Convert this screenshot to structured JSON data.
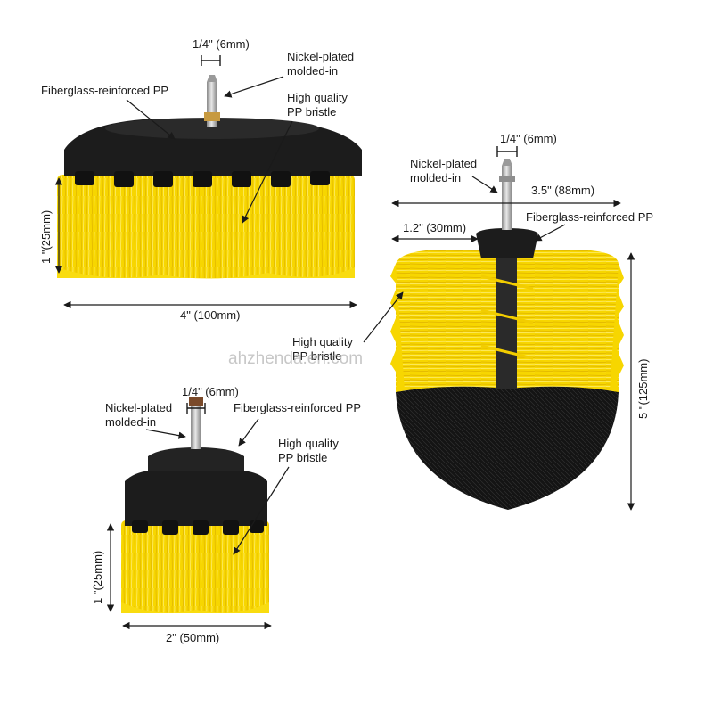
{
  "colors": {
    "bristle_yellow": "#f5d400",
    "bristle_shadow": "#d9b000",
    "housing_black": "#1c1c1c",
    "shaft_metal": "#b9b9b9",
    "annotation": "#1a1a1a"
  },
  "watermark": "ahzhenda.en.com",
  "brush_disc_4in": {
    "shaft_size": "1/4\" (6mm)",
    "shaft_note_line1": "Nickel-plated",
    "shaft_note_line2": "molded-in",
    "housing_note": "Fiberglass-reinforced PP",
    "bristle_note_line1": "High quality",
    "bristle_note_line2": "PP bristle",
    "height": "1 \"(25mm)",
    "width": "4\" (100mm)"
  },
  "brush_bowl": {
    "shaft_size": "1/4\" (6mm)",
    "shaft_note_line1": "Nickel-plated",
    "shaft_note_line2": "molded-in",
    "diameter": "3.5\" (88mm)",
    "neck": "1.2\" (30mm)",
    "housing_note": "Fiberglass-reinforced PP",
    "bristle_note_line1": "High quality",
    "bristle_note_line2": "PP bristle",
    "length": "5 \"(125mm)"
  },
  "brush_disc_2in": {
    "shaft_size": "1/4\" (6mm)",
    "shaft_note_line1": "Nickel-plated",
    "shaft_note_line2": "molded-in",
    "housing_note": "Fiberglass-reinforced PP",
    "bristle_note_line1": "High quality",
    "bristle_note_line2": "PP bristle",
    "height": "1 \"(25mm)",
    "width": "2\" (50mm)"
  }
}
